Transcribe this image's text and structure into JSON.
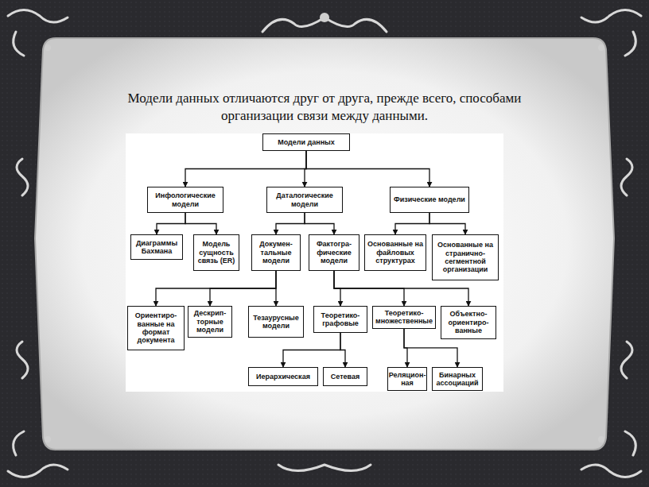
{
  "diagram": {
    "title": "Модели данных отличаются друг от друга, прежде всего, способами организации связи между данными.",
    "nodes": [
      {
        "text": [
          "Модели данных"
        ]
      },
      {
        "text": [
          "Инфологические модели"
        ]
      },
      {
        "text": [
          "Даталогические модели"
        ]
      },
      {
        "text": [
          "Физические модели"
        ]
      },
      {
        "text": [
          "Диаграммы Бахмана"
        ]
      },
      {
        "text": [
          "Модель сущность связь (ER)"
        ]
      },
      {
        "text": [
          "Докумен- тальные модели"
        ]
      },
      {
        "text": [
          "Фактогра- фические модели"
        ]
      },
      {
        "text": [
          "Основанные на файловых структурах"
        ]
      },
      {
        "text": [
          "Основанные на странично- сегментной организации"
        ]
      },
      {
        "text": [
          "Ориентиро- ванные на формат документа"
        ]
      },
      {
        "text": [
          "Дескрип- торные модели"
        ]
      },
      {
        "text": [
          "Тезаурусные модели"
        ]
      },
      {
        "text": [
          "Теоретико- графовые"
        ]
      },
      {
        "text": [
          "Теоретико- множественные"
        ]
      },
      {
        "text": [
          "Объектно- ориентиро- ванные"
        ]
      },
      {
        "text": [
          "Иерархическая"
        ]
      },
      {
        "text": [
          "Сетевая"
        ]
      },
      {
        "text": [
          "Реляцион- ная"
        ]
      },
      {
        "text": [
          "Бинарных ассоциаций"
        ]
      }
    ],
    "edges": [
      {
        "from": 0,
        "to": 1,
        "arrow": "to"
      },
      {
        "from": 0,
        "to": 2,
        "arrow": "to"
      },
      {
        "from": 0,
        "to": 3,
        "arrow": "to"
      },
      {
        "from": 1,
        "to": 4,
        "arrow": "to"
      },
      {
        "from": 1,
        "to": 5,
        "arrow": "to"
      },
      {
        "from": 2,
        "to": 6,
        "arrow": "to"
      },
      {
        "from": 2,
        "to": 7,
        "arrow": "to"
      },
      {
        "from": 3,
        "to": 8,
        "arrow": "to"
      },
      {
        "from": 3,
        "to": 9,
        "arrow": "to"
      },
      {
        "from": 6,
        "to": 10,
        "arrow": "to"
      },
      {
        "from": 6,
        "to": 11,
        "arrow": "to"
      },
      {
        "from": 6,
        "to": 12,
        "arrow": "to"
      },
      {
        "from": 7,
        "to": 13,
        "arrow": "to"
      },
      {
        "from": 7,
        "to": 14,
        "arrow": "to"
      },
      {
        "from": 7,
        "to": 15,
        "arrow": "to"
      },
      {
        "from": 13,
        "to": 16,
        "arrow": "to"
      },
      {
        "from": 13,
        "to": 17,
        "arrow": "to"
      },
      {
        "from": 14,
        "to": 18,
        "arrow": "to"
      },
      {
        "from": 14,
        "to": 19,
        "arrow": "to"
      }
    ]
  }
}
